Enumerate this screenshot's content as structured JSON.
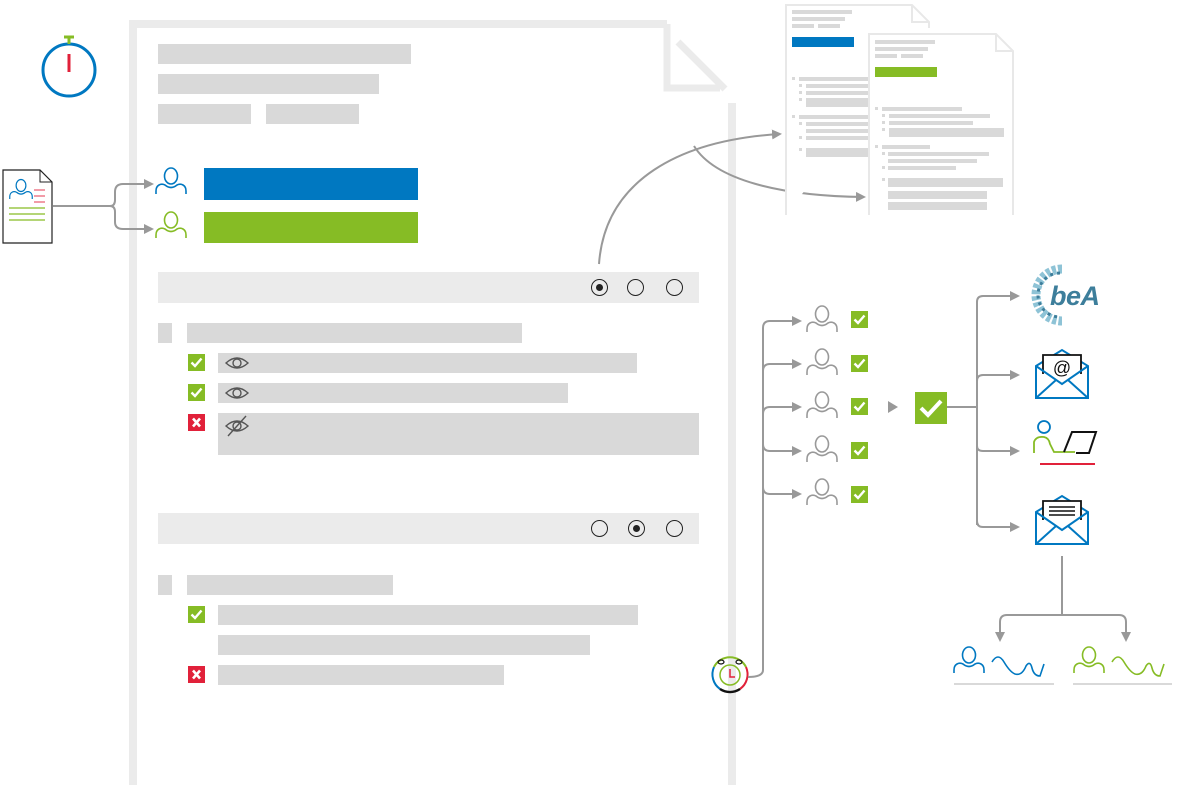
{
  "diagram": {
    "title": "",
    "colors": {
      "blue": "#0078c1",
      "green": "#86bc25",
      "red": "#e1213a",
      "grey_bar": "#d9d9d9",
      "grey_frame": "#ebebeb",
      "arrow": "#999999",
      "bea": "#3d7e9b"
    },
    "timer": {
      "icon": "stopwatch-icon"
    },
    "source_document": {
      "icon": "contact-document-icon"
    },
    "assignees": [
      {
        "role": "responsible-party-1",
        "color": "blue"
      },
      {
        "role": "responsible-party-2",
        "color": "green"
      }
    ],
    "form_sections": [
      {
        "name": "section-1",
        "radio_options": 3,
        "selected_option": 1,
        "items": [
          {
            "status": "approved",
            "visibility": "visible"
          },
          {
            "status": "approved",
            "visibility": "visible"
          },
          {
            "status": "rejected",
            "visibility": "hidden"
          }
        ]
      },
      {
        "name": "section-2",
        "radio_options": 3,
        "selected_option": 2,
        "items": [
          {
            "status": "approved"
          },
          {
            "status": "none"
          },
          {
            "status": "rejected"
          }
        ]
      }
    ],
    "output_documents": [
      {
        "variant": "blue"
      },
      {
        "variant": "green"
      }
    ],
    "reminder": {
      "icon": "alarm-clock-icon"
    },
    "approvers": [
      {
        "status": "approved"
      },
      {
        "status": "approved"
      },
      {
        "status": "approved"
      },
      {
        "status": "approved"
      },
      {
        "status": "approved"
      }
    ],
    "final_status": "approved",
    "delivery_channels": [
      {
        "name": "beA",
        "label": "beA",
        "icon": "bea-logo"
      },
      {
        "name": "email",
        "icon": "email-icon"
      },
      {
        "name": "portal",
        "icon": "user-laptop-icon"
      },
      {
        "name": "letter",
        "icon": "letter-icon"
      }
    ],
    "signatories": [
      {
        "color": "blue",
        "icon": "signature-icon"
      },
      {
        "color": "green",
        "icon": "signature-icon"
      }
    ]
  }
}
